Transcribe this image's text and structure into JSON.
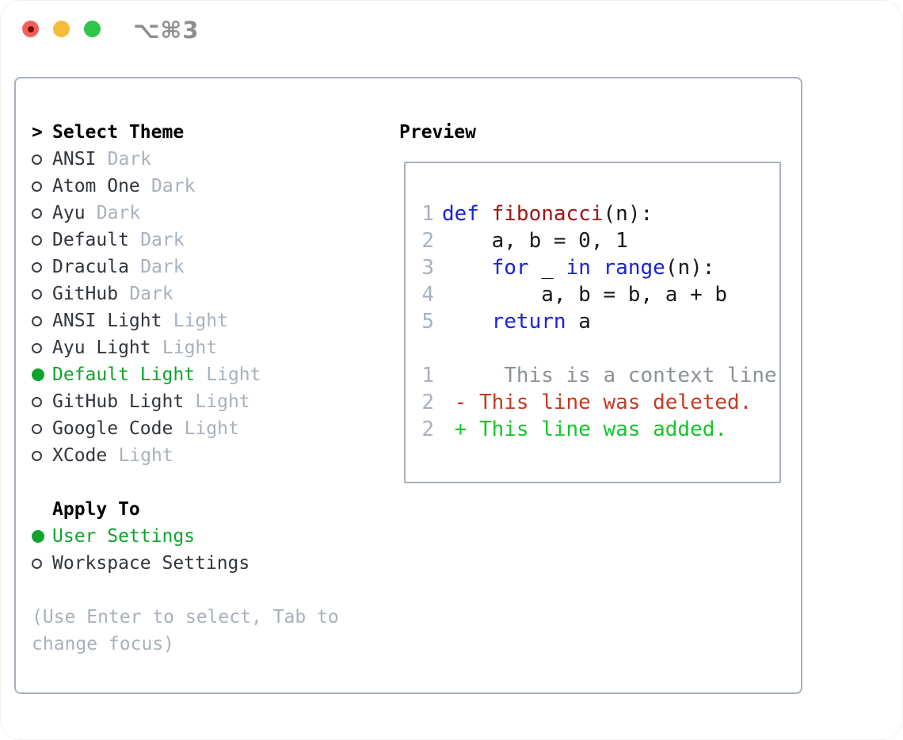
{
  "window": {
    "shortcut": "⌥⌘3",
    "buttons": [
      "close",
      "minimize",
      "zoom"
    ]
  },
  "colors": {
    "accent_green": "#10a42f",
    "keyword_blue": "#1a22dd",
    "function_red": "#a31515",
    "diff_deleted_red": "#c53b22",
    "diff_added_green": "#17c42c",
    "muted_gray": "#a8b1bc",
    "context_gray": "#8a9199",
    "panel_border": "#a8b0bb",
    "traffic_red": "#f2605a",
    "traffic_yellow": "#f6bd3a",
    "traffic_green": "#2fc546"
  },
  "theme_selector": {
    "prompt": ">",
    "title": "Select Theme",
    "items": [
      {
        "name": "ANSI",
        "variant": "Dark",
        "selected": false
      },
      {
        "name": "Atom One",
        "variant": "Dark",
        "selected": false
      },
      {
        "name": "Ayu",
        "variant": "Dark",
        "selected": false
      },
      {
        "name": "Default",
        "variant": "Dark",
        "selected": false
      },
      {
        "name": "Dracula",
        "variant": "Dark",
        "selected": false
      },
      {
        "name": "GitHub",
        "variant": "Dark",
        "selected": false
      },
      {
        "name": "ANSI Light",
        "variant": "Light",
        "selected": false
      },
      {
        "name": "Ayu Light",
        "variant": "Light",
        "selected": false
      },
      {
        "name": "Default Light",
        "variant": "Light",
        "selected": true
      },
      {
        "name": "GitHub Light",
        "variant": "Light",
        "selected": false
      },
      {
        "name": "Google Code",
        "variant": "Light",
        "selected": false
      },
      {
        "name": "XCode",
        "variant": "Light",
        "selected": false
      }
    ],
    "apply_to": {
      "title": "Apply To",
      "items": [
        {
          "label": "User Settings",
          "selected": true
        },
        {
          "label": "Workspace Settings",
          "selected": false
        }
      ]
    },
    "hint": "(Use Enter to select, Tab to change focus)"
  },
  "preview": {
    "title": "Preview",
    "lines": [
      {
        "num": "1",
        "segments": [
          {
            "text": "def ",
            "style": "keyword"
          },
          {
            "text": "fibonacci",
            "style": "function"
          },
          {
            "text": "(n):",
            "style": "plain"
          }
        ]
      },
      {
        "num": "2",
        "segments": [
          {
            "text": "    a, b = 0, 1",
            "style": "plain"
          }
        ]
      },
      {
        "num": "3",
        "segments": [
          {
            "text": "    ",
            "style": "plain"
          },
          {
            "text": "for",
            "style": "keyword"
          },
          {
            "text": " _ ",
            "style": "plain"
          },
          {
            "text": "in",
            "style": "keyword"
          },
          {
            "text": " ",
            "style": "plain"
          },
          {
            "text": "range",
            "style": "keyword"
          },
          {
            "text": "(n):",
            "style": "plain"
          }
        ]
      },
      {
        "num": "4",
        "segments": [
          {
            "text": "        a, b = b, a + b",
            "style": "plain"
          }
        ]
      },
      {
        "num": "5",
        "segments": [
          {
            "text": "    ",
            "style": "plain"
          },
          {
            "text": "return",
            "style": "keyword"
          },
          {
            "text": " a",
            "style": "plain"
          }
        ]
      },
      {
        "num": "",
        "segments": []
      },
      {
        "num": "1",
        "segments": [
          {
            "text": "     This is a context line.",
            "style": "context"
          }
        ]
      },
      {
        "num": "2",
        "segments": [
          {
            "text": " - This line was deleted.",
            "style": "deleted"
          }
        ]
      },
      {
        "num": "2",
        "segments": [
          {
            "text": " + This line was added.",
            "style": "added"
          }
        ]
      }
    ]
  }
}
